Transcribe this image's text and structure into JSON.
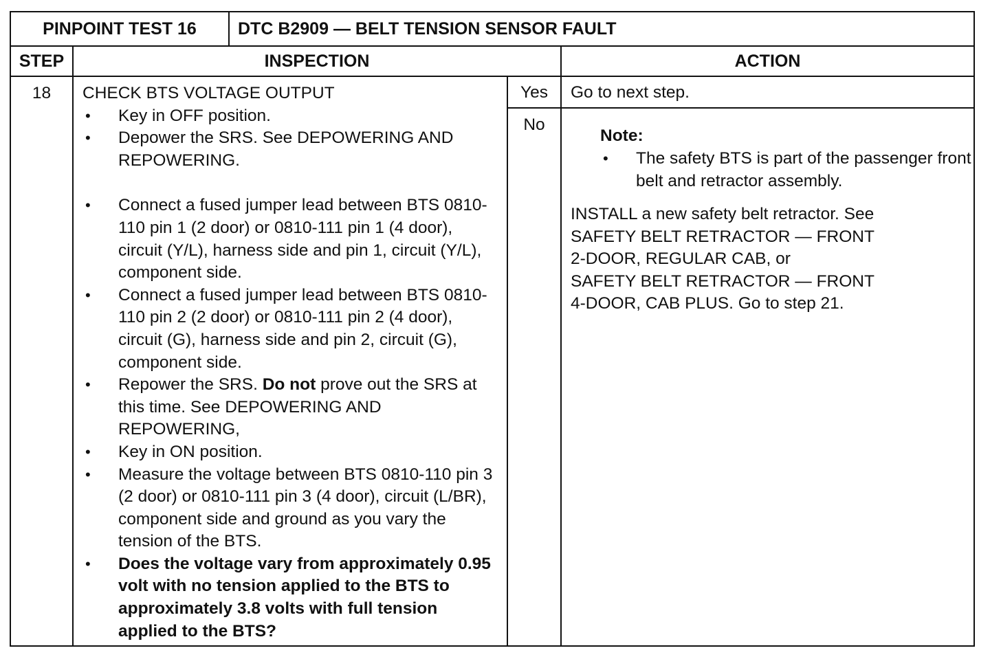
{
  "header": {
    "test_id": "PINPOINT TEST 16",
    "dtc_title": "DTC B2909 — BELT TENSION SENSOR FAULT"
  },
  "columns": {
    "step": "STEP",
    "inspection": "INSPECTION",
    "action": "ACTION"
  },
  "row": {
    "step_number": "18",
    "heading": "CHECK BTS VOLTAGE OUTPUT",
    "bullets": [
      {
        "text": "Key in OFF position."
      },
      {
        "text": "Depower the SRS. See DEPOWERING AND REPOWERING."
      },
      {
        "text": "Connect a fused jumper lead between BTS 0810-110 pin 1 (2 door) or 0810-111 pin 1 (4 door), circuit (Y/L), harness side and pin 1, circuit (Y/L), component side."
      },
      {
        "text": "Connect a fused jumper lead between BTS 0810-110 pin 2 (2 door) or 0810-111 pin 2 (4 door), circuit (G), harness side and pin 2, circuit (G), component side."
      },
      {
        "pre": "Repower the SRS. ",
        "bold": "Do not",
        "post": " prove out the SRS at this time. See DEPOWERING AND REPOWERING,"
      },
      {
        "text": "Key in ON position."
      },
      {
        "text": "Measure the voltage between BTS 0810-110 pin 3 (2 door) or 0810-111 pin 3 (4 door), circuit (L/BR), component side and ground as you vary the tension of the BTS."
      },
      {
        "bold": "Does the voltage vary from approximately 0.95 volt with no tension applied to the BTS to approximately 3.8 volts with full tension applied to the BTS?"
      }
    ],
    "yes_label": "Yes",
    "yes_action": "Go to next step.",
    "no_label": "No",
    "no_action": {
      "note_label": "Note:",
      "note_text": "The safety BTS is part of the passenger front belt and retractor assembly.",
      "install_line1": "INSTALL a new safety belt retractor.  See",
      "install_line2": "SAFETY BELT RETRACTOR — FRONT",
      "install_line3": "2-DOOR, REGULAR CAB, or",
      "install_line4": "SAFETY BELT RETRACTOR — FRONT",
      "install_line5a": "4-DOOR, CAB PLUS",
      "install_line5b": ". Go to step 21."
    }
  }
}
